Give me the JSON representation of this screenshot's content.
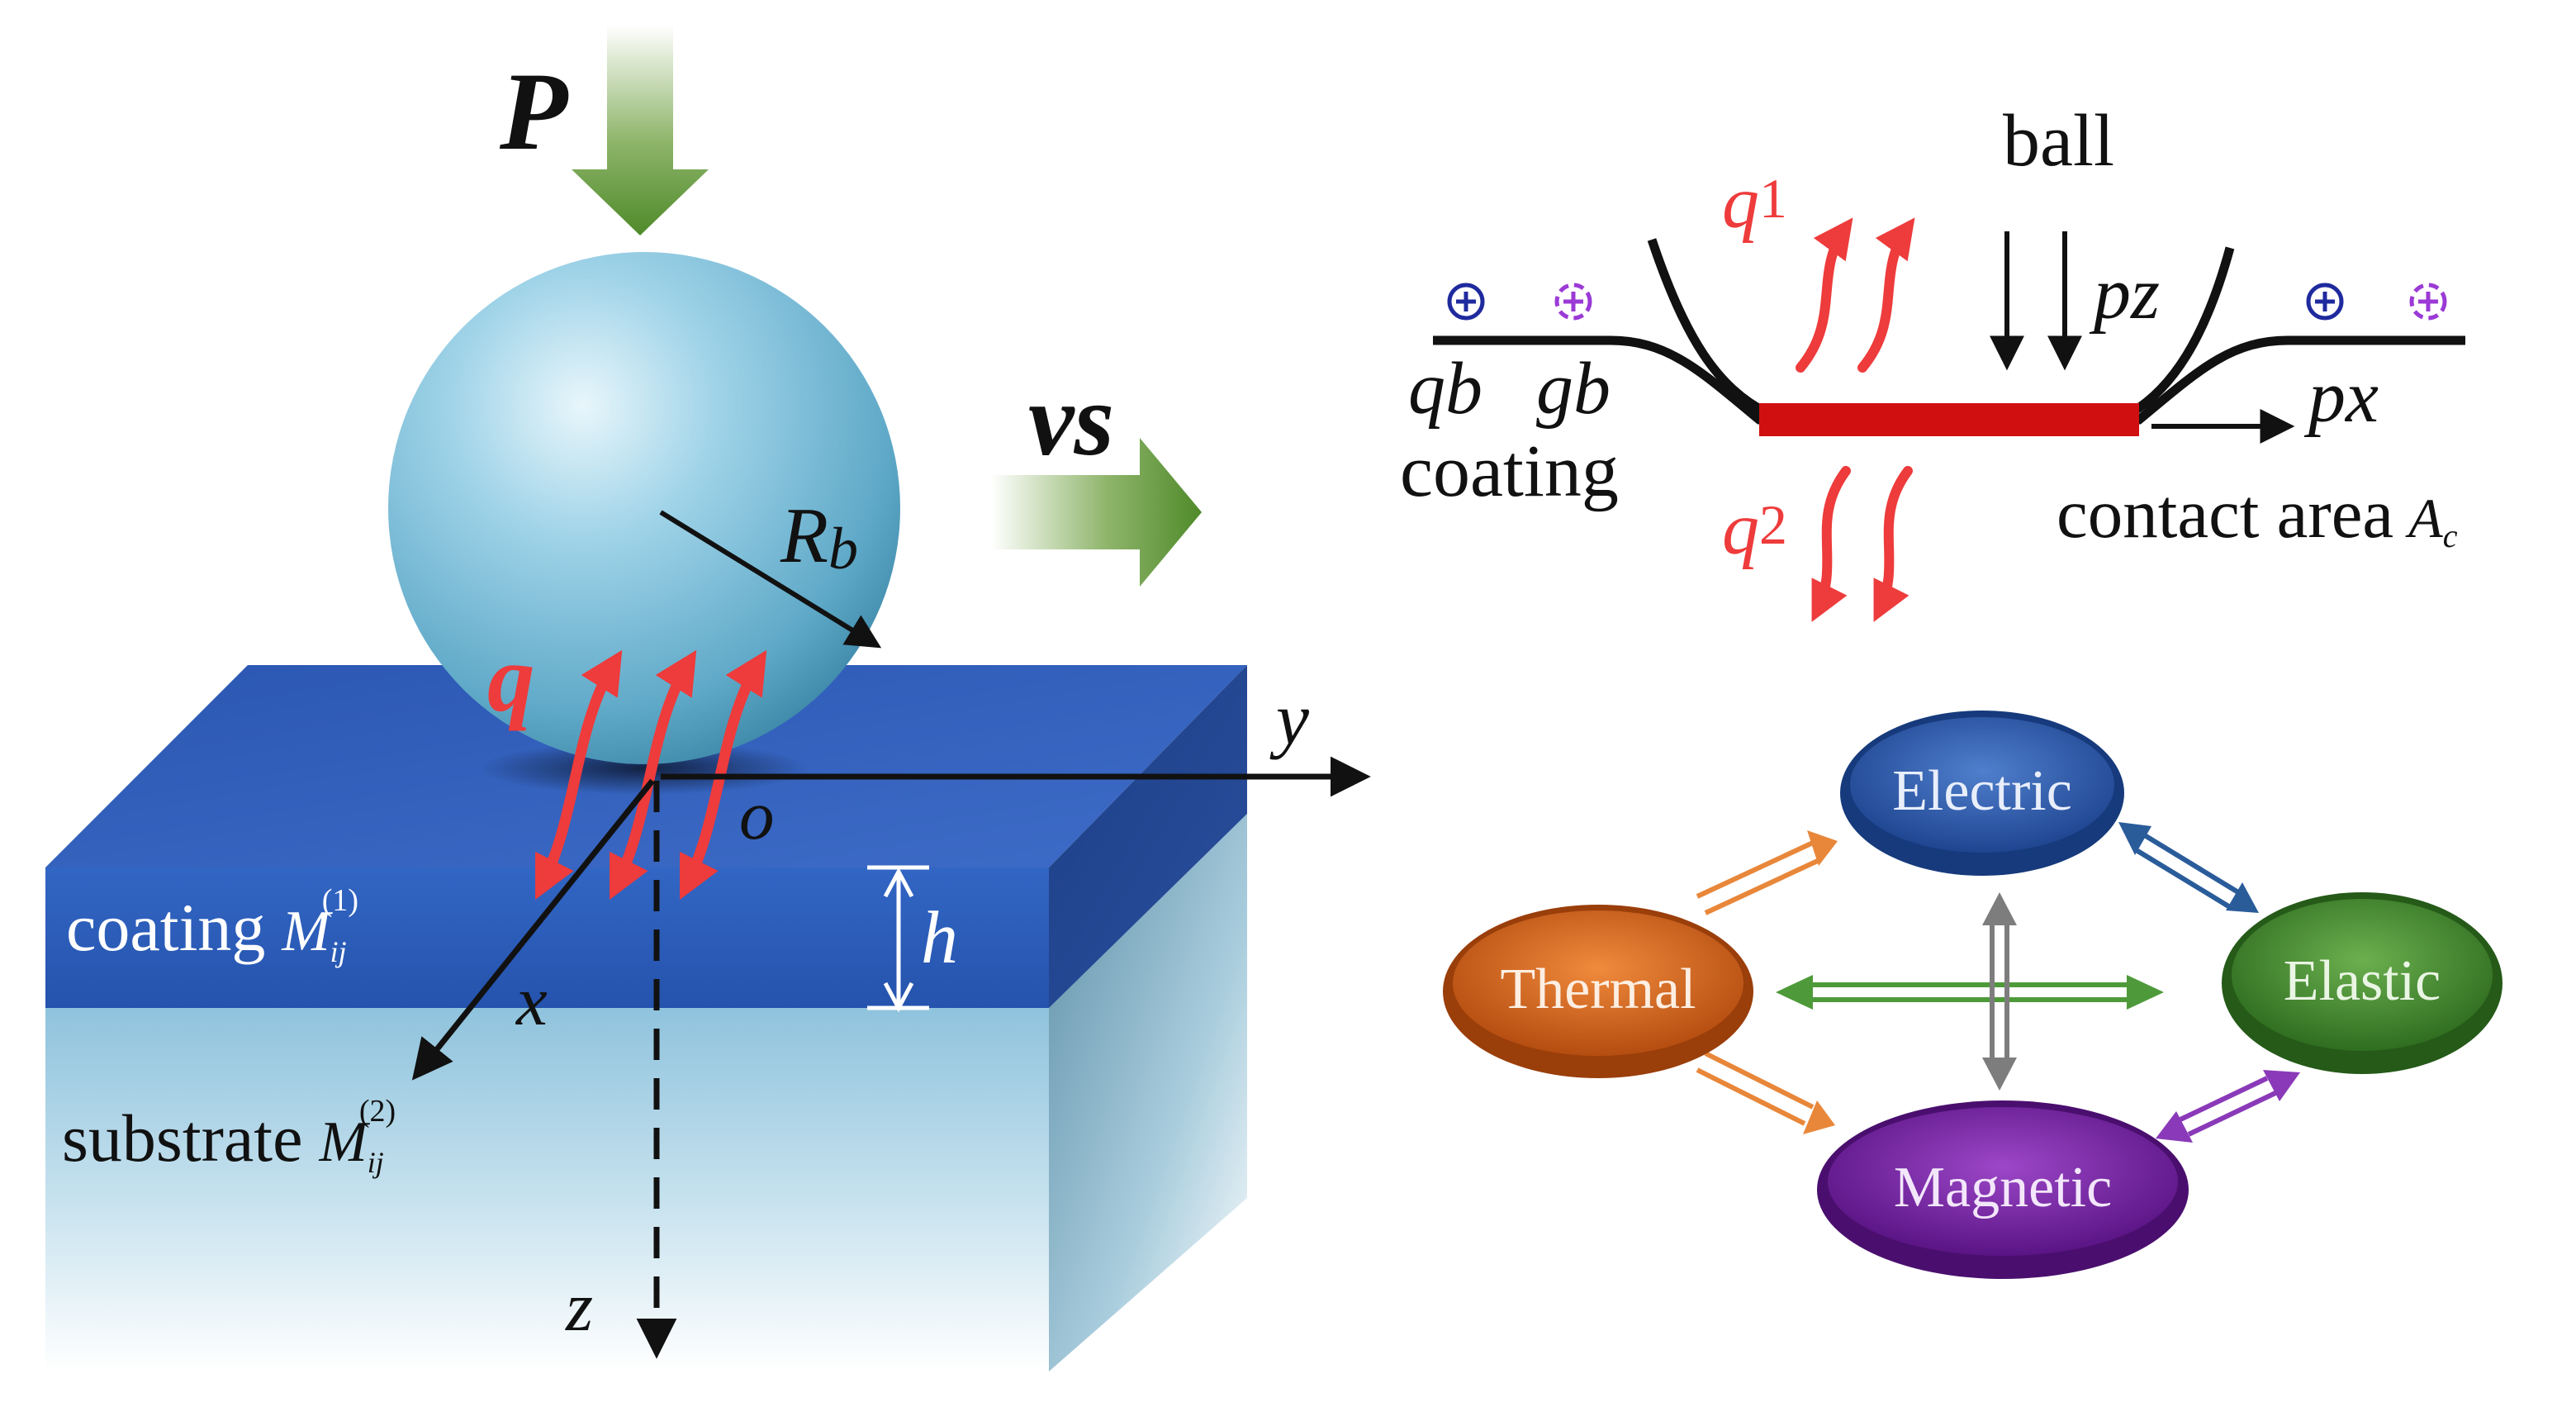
{
  "load": {
    "symbol": "P"
  },
  "velocity": {
    "symbol": "v",
    "subscript": "s"
  },
  "ball": {
    "radius_symbol": "R",
    "radius_subscript": "b"
  },
  "heat": {
    "symbol": "q"
  },
  "axes": {
    "x": "x",
    "y": "y",
    "z": "z",
    "origin": "o"
  },
  "coating_label": {
    "text": "coating",
    "matrix": "M",
    "sub": "ij",
    "sup": "(1)"
  },
  "substrate_label": {
    "text": "substrate",
    "matrix": "M",
    "sub": "ij",
    "sup": "(2)"
  },
  "thickness": {
    "symbol": "h"
  },
  "inset": {
    "ball": "ball",
    "q1": {
      "base": "q",
      "index": "1"
    },
    "q2": {
      "base": "q",
      "index": "2"
    },
    "pz": "pz",
    "px": "px",
    "qb": "qb",
    "gb": "gb",
    "coating": "coating",
    "contact_area": {
      "text": "contact area",
      "symbol": "A",
      "sub": "c"
    }
  },
  "coupling": {
    "electric": "Electric",
    "thermal": "Thermal",
    "elastic": "Elastic",
    "magnetic": "Magnetic"
  },
  "colors": {
    "coating": "#2f5fb8",
    "substrate": "#a8d2e6",
    "ball": "#7ec4e0",
    "load_arrow": "#4f8a2a",
    "heat": "#ee3b3b",
    "contact": "#d01010",
    "electric": "#2c5aa6",
    "thermal": "#d5661d",
    "elastic": "#4a8c35",
    "magnetic": "#7a2aa6"
  }
}
